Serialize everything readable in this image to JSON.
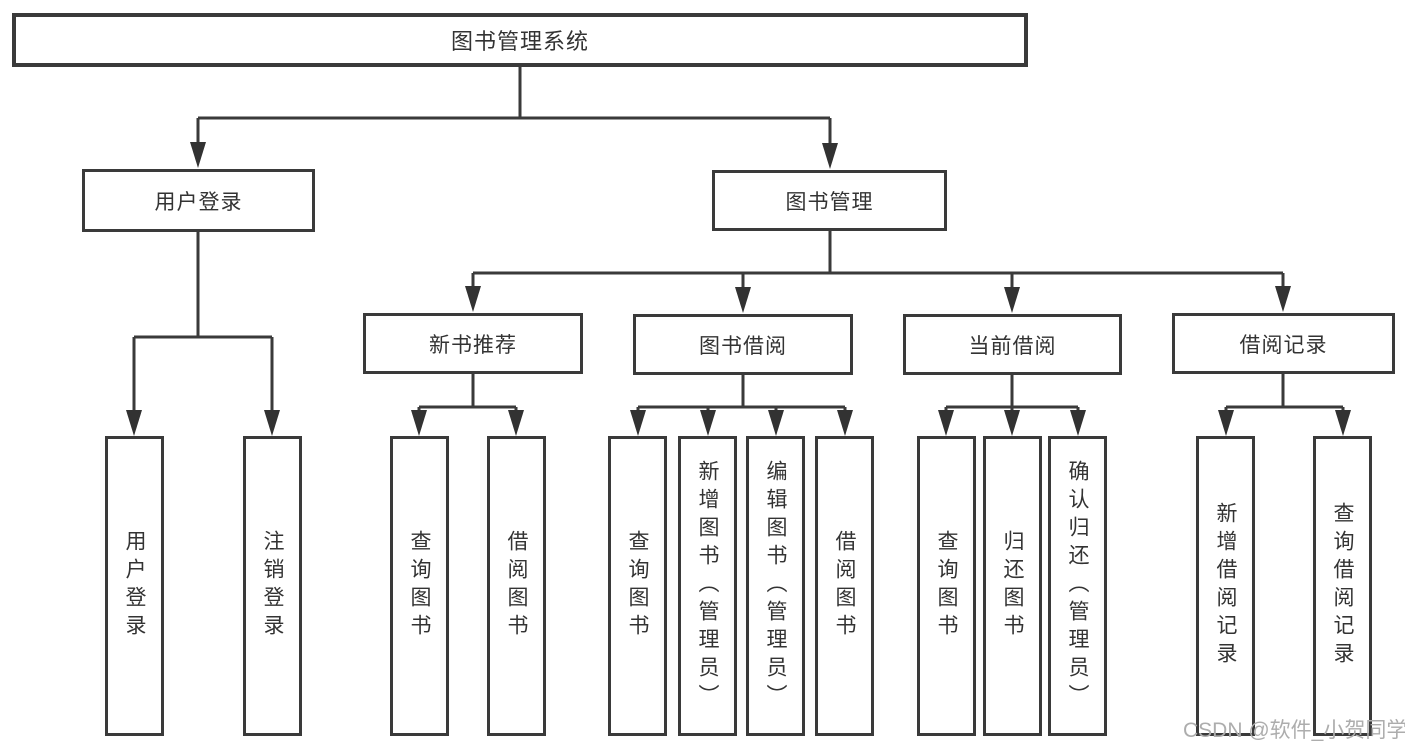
{
  "diagram": {
    "root": {
      "label": "图书管理系统"
    },
    "branches": [
      {
        "label": "用户登录",
        "children": [
          {
            "label": "用户登录"
          },
          {
            "label": "注销登录"
          }
        ]
      },
      {
        "label": "图书管理",
        "sections": [
          {
            "label": "新书推荐",
            "children": [
              {
                "label": "查询图书"
              },
              {
                "label": "借阅图书"
              }
            ]
          },
          {
            "label": "图书借阅",
            "children": [
              {
                "label": "查询图书"
              },
              {
                "label": "新增图书（管理员）"
              },
              {
                "label": "编辑图书（管理员）"
              },
              {
                "label": "借阅图书"
              }
            ]
          },
          {
            "label": "当前借阅",
            "children": [
              {
                "label": "查询图书"
              },
              {
                "label": "归还图书"
              },
              {
                "label": "确认归还（管理员）"
              }
            ]
          },
          {
            "label": "借阅记录",
            "children": [
              {
                "label": "新增借阅记录"
              },
              {
                "label": "查询借阅记录"
              }
            ]
          }
        ]
      }
    ]
  },
  "watermark": {
    "text": "CSDN @软件_小贺同学"
  },
  "colors": {
    "line": "#3a3a3a",
    "arrow_fill": "#323232",
    "text": "#333333",
    "watermark": "#adadad",
    "background": "#ffffff"
  }
}
